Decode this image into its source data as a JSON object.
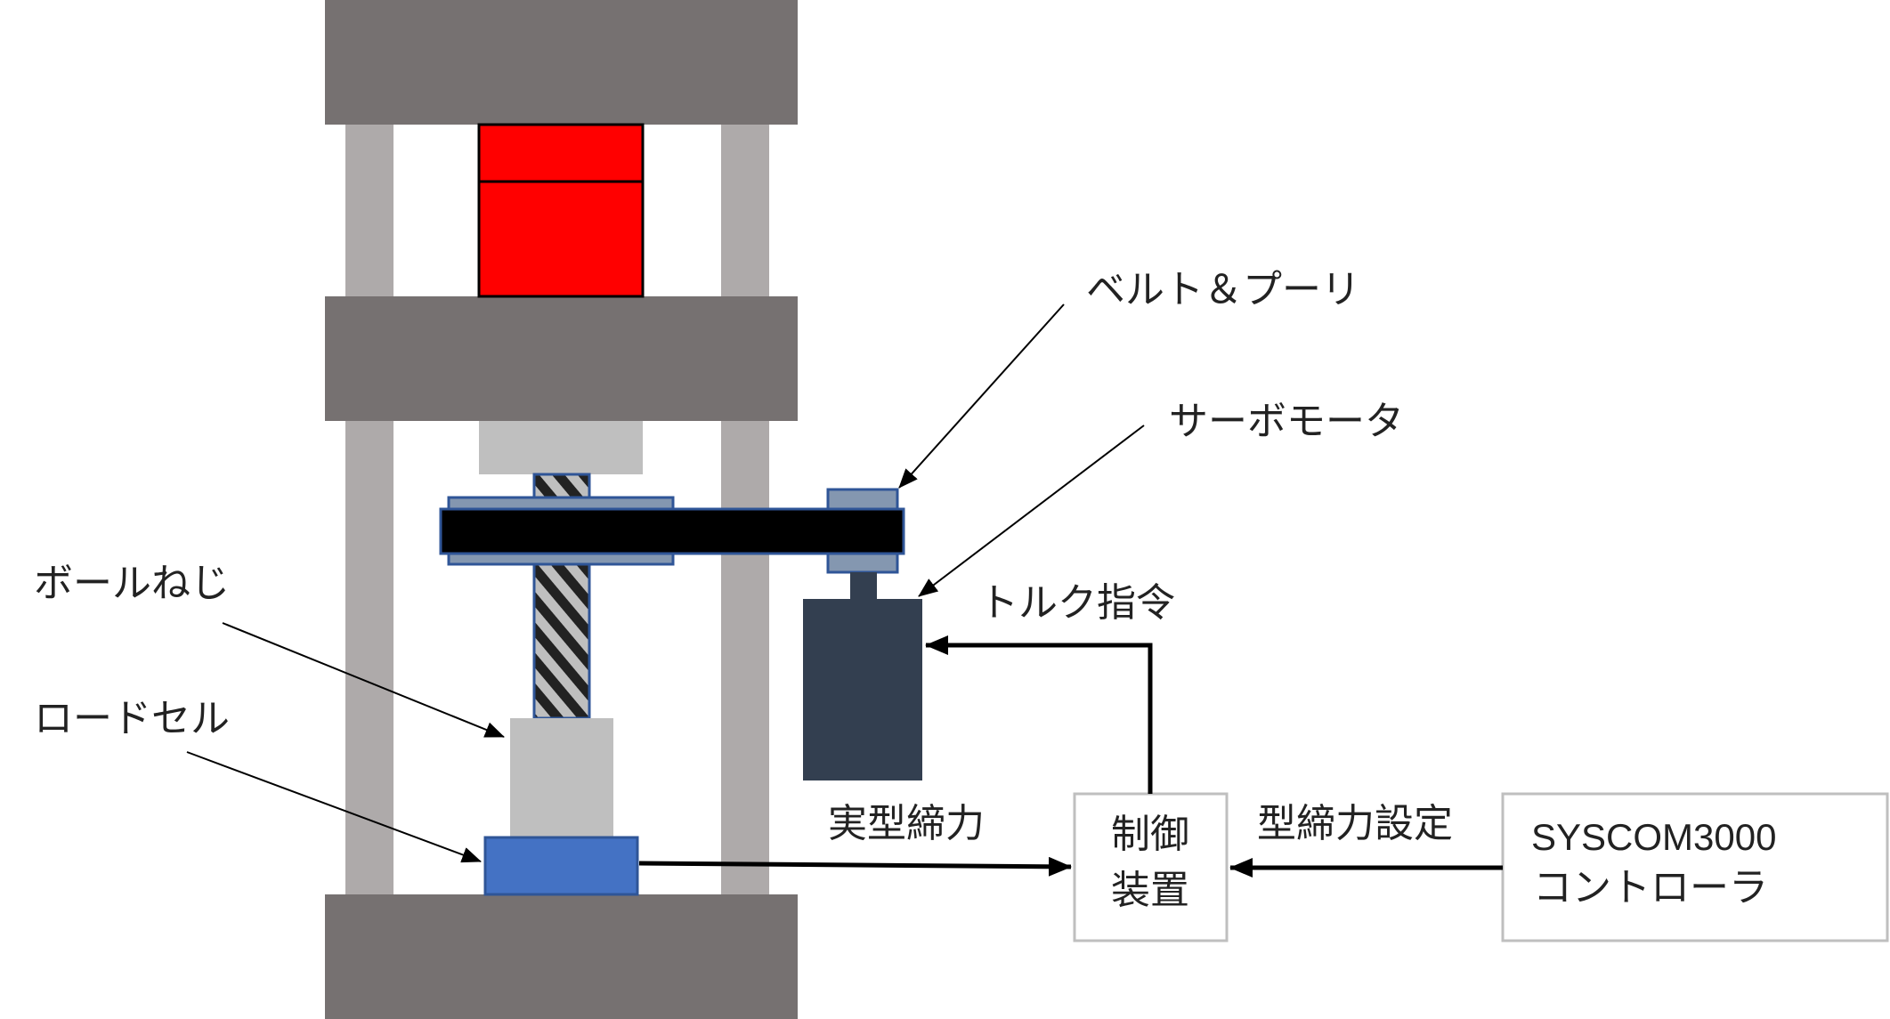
{
  "labels": {
    "belt_pulley": "ベルト＆プーリ",
    "servo_motor": "サーボモータ",
    "ball_screw": "ボールねじ",
    "load_cell": "ロードセル",
    "torque_command": "トルク指令",
    "actual_clamping_force": "実型締力",
    "clamping_force_setting": "型締力設定"
  },
  "boxes": {
    "controller": {
      "line1": "制御",
      "line2": "装置"
    },
    "syscom": {
      "line1": "SYSCOM3000",
      "line2": "コントローラ"
    }
  },
  "colors": {
    "platen": "#767171",
    "column": "#AEAAAA",
    "mold": "#FF0000",
    "block": "#BFBFBF",
    "belt": "#000000",
    "pulley": "#8497B0",
    "pulley_border": "#2F5597",
    "motor": "#333F50",
    "load_cell": "#4472C4",
    "box_border": "#BFBFBF"
  }
}
